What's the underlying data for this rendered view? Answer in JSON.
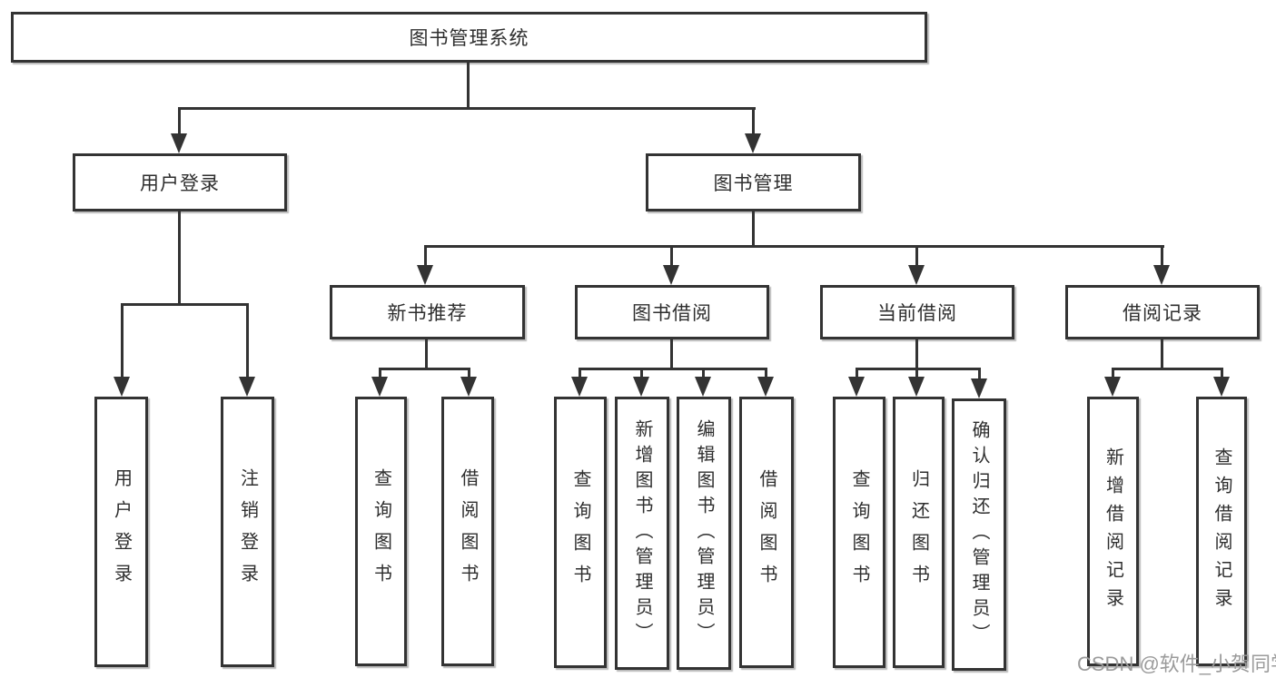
{
  "diagram": {
    "title": "图书管理系统",
    "tree": {
      "label": "图书管理系统",
      "children": [
        {
          "label": "用户登录",
          "children": [
            {
              "label": "用户登录"
            },
            {
              "label": "注销登录"
            }
          ]
        },
        {
          "label": "图书管理",
          "children": [
            {
              "label": "新书推荐",
              "children": [
                {
                  "label": "查询图书"
                },
                {
                  "label": "借阅图书"
                }
              ]
            },
            {
              "label": "图书借阅",
              "children": [
                {
                  "label": "查询图书"
                },
                {
                  "label": "新增图书（管理员）"
                },
                {
                  "label": "编辑图书（管理员）"
                },
                {
                  "label": "借阅图书"
                }
              ]
            },
            {
              "label": "当前借阅",
              "children": [
                {
                  "label": "查询图书"
                },
                {
                  "label": "归还图书"
                },
                {
                  "label": "确认归还（管理员）"
                }
              ]
            },
            {
              "label": "借阅记录",
              "children": [
                {
                  "label": "新增借阅记录"
                },
                {
                  "label": "查询借阅记录"
                }
              ]
            }
          ]
        }
      ]
    },
    "colors": {
      "line": "#333333",
      "box_border": "#333333",
      "box_fill": "#ffffff",
      "text": "#2e2e2e"
    }
  },
  "watermark": {
    "text": "CSDN @软件_小贺同学",
    "color": "#9b9b9b"
  }
}
